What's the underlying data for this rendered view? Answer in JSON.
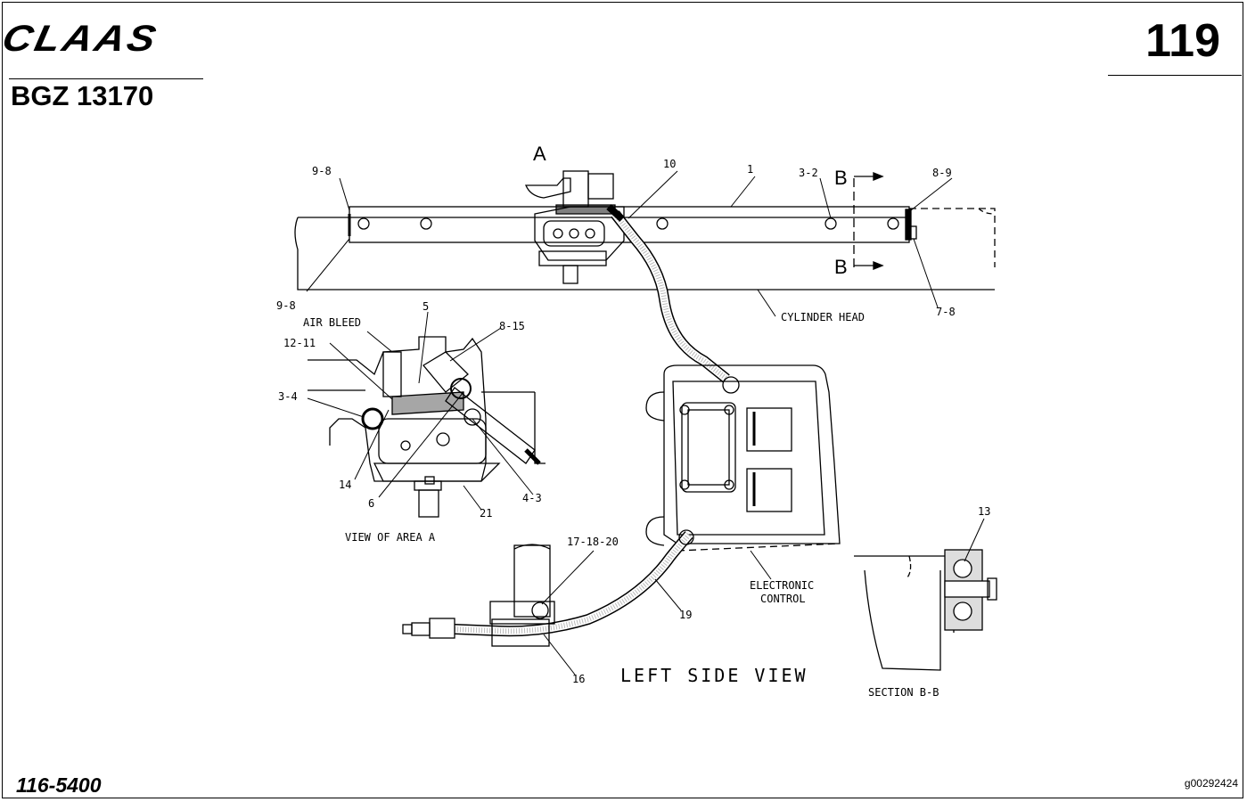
{
  "header": {
    "brand": "CLAAS",
    "doc_code": "BGZ 13170",
    "page_number": "119"
  },
  "footer": {
    "part_number": "116-5400",
    "image_id": "g00292424"
  },
  "diagram": {
    "section_letter_a": "A",
    "section_letter_b_top": "B",
    "section_letter_b_bottom": "B",
    "callouts": {
      "c_9_8_top": "9-8",
      "c_9_8_bottom": "9-8",
      "c_10": "10",
      "c_1": "1",
      "c_3_2": "3-2",
      "c_8_9": "8-9",
      "c_7_8": "7-8",
      "c_5": "5",
      "c_8_15": "8-15",
      "c_12_11": "12-11",
      "c_3_4": "3-4",
      "c_14": "14",
      "c_6": "6",
      "c_4_3": "4-3",
      "c_21": "21",
      "c_17_18_20": "17-18-20",
      "c_19": "19",
      "c_16": "16",
      "c_13": "13"
    },
    "labels": {
      "cylinder_head": "CYLINDER HEAD",
      "air_bleed": "AIR BLEED",
      "view_of_area_a": "VIEW OF AREA A",
      "electronic_control_line1": "ELECTRONIC",
      "electronic_control_line2": "CONTROL",
      "left_side_view": "LEFT SIDE VIEW",
      "section_b_b": "SECTION B-B"
    }
  }
}
